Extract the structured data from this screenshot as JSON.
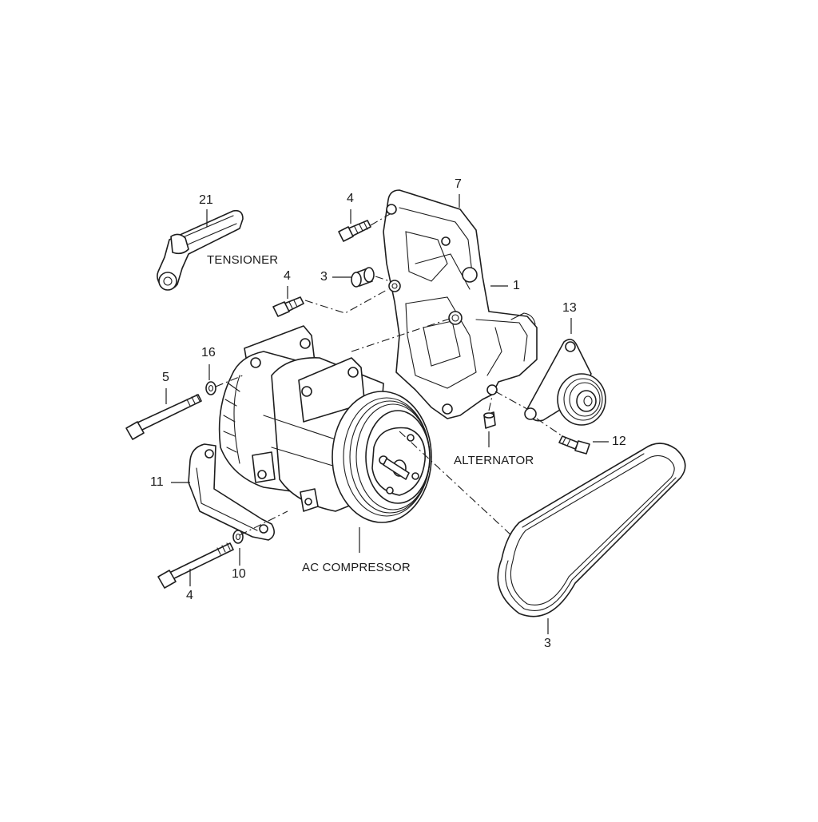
{
  "labels": {
    "tensioner": "TENSIONER",
    "alternator": "ALTERNATOR",
    "ac_compressor": "AC COMPRESSOR",
    "n21": "21",
    "n4_top": "4",
    "n7": "7",
    "n3_spacer": "3",
    "n4_mid": "4",
    "n1": "1",
    "n13": "13",
    "n16": "16",
    "n5": "5",
    "n12": "12",
    "n11": "11",
    "n10": "10",
    "n4_bottom": "4",
    "n3_belt": "3"
  },
  "parts": [
    "tensioner-arm",
    "bolt",
    "mounting-bracket",
    "spacer",
    "idler-pulley",
    "alternator",
    "ac-compressor",
    "washer",
    "lower-bracket",
    "drive-belt"
  ]
}
